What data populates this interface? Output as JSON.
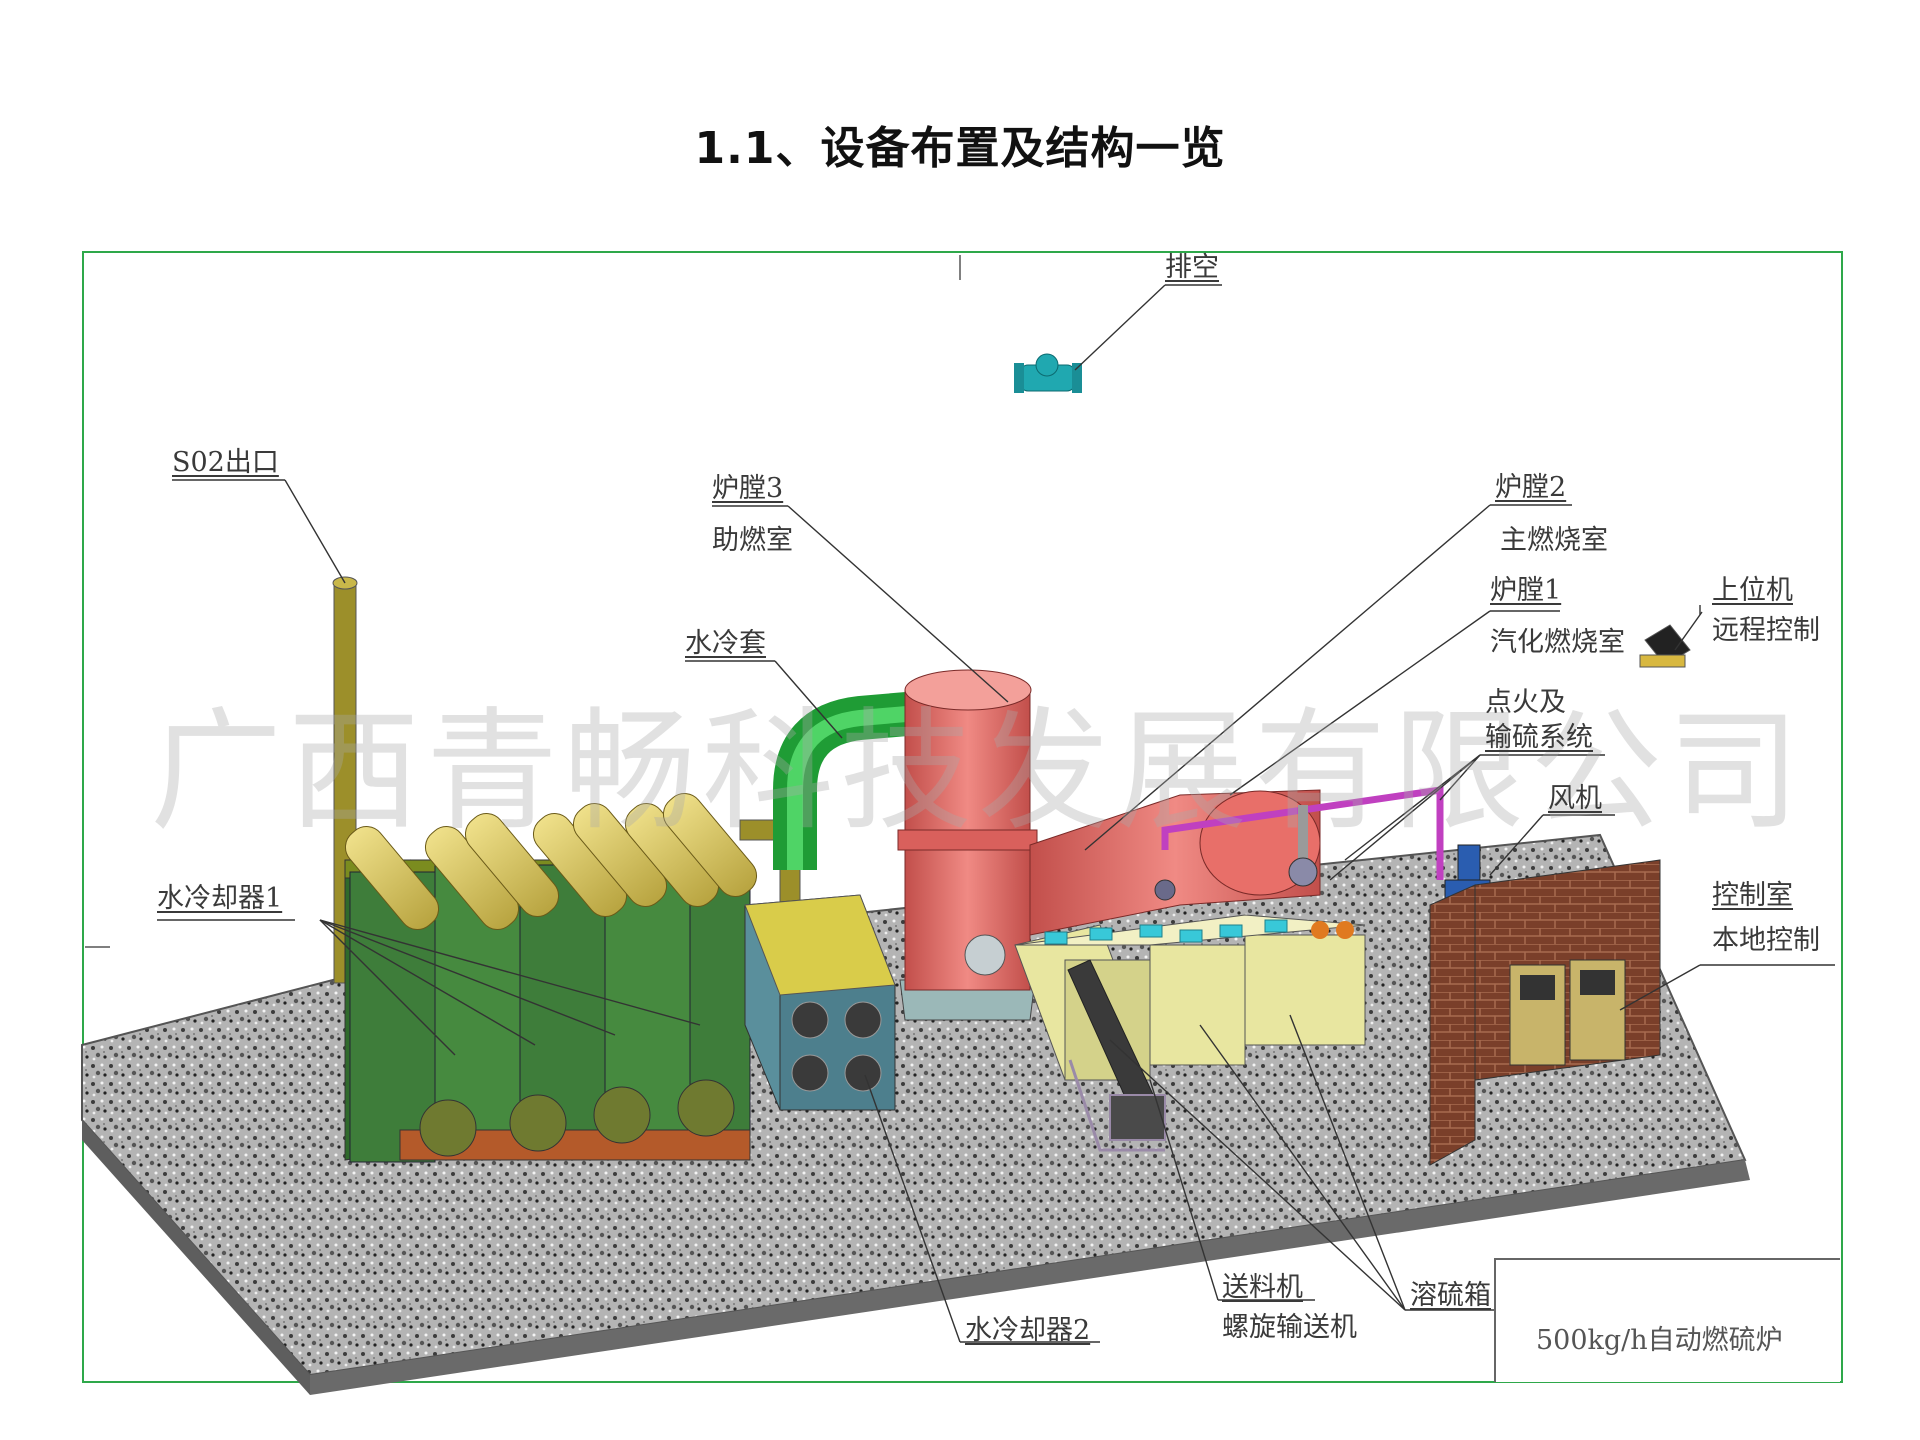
{
  "title": "1.1、设备布置及结构一览",
  "watermark": "广西青畅科技发展有限公司",
  "title_block": "500kg/h自动燃硫炉",
  "labels": {
    "vent": "排空",
    "so2_outlet": "S02出口",
    "furnace3_name": "炉膛3",
    "furnace3_desc": "助燃室",
    "water_jacket": "水冷套",
    "furnace2_name": "炉膛2",
    "furnace2_desc": "主燃烧室",
    "furnace1_name": "炉膛1",
    "furnace1_desc": "汽化燃烧室",
    "upper_pc_name": "上位机",
    "upper_pc_desc": "远程控制",
    "ignition_line1": "点火及",
    "ignition_line2": "输硫系统",
    "fan": "风机",
    "control_room_name": "控制室",
    "control_room_desc": "本地控制",
    "cooler1": "水冷却器1",
    "cooler2": "水冷却器2",
    "feeder_line1": "送料机",
    "feeder_line2": "螺旋输送机",
    "melt_tank": "溶硫箱"
  },
  "colors": {
    "frame_border": "#2ea84a",
    "floor": "#9a9a9a",
    "cooler_body": "#3e7d3a",
    "cooler_tubes": "#d8c55a",
    "furnace": "#e2706c",
    "water_jacket": "#28b43c",
    "tank": "#e8e6a0",
    "brick": "#7a3f2a"
  }
}
